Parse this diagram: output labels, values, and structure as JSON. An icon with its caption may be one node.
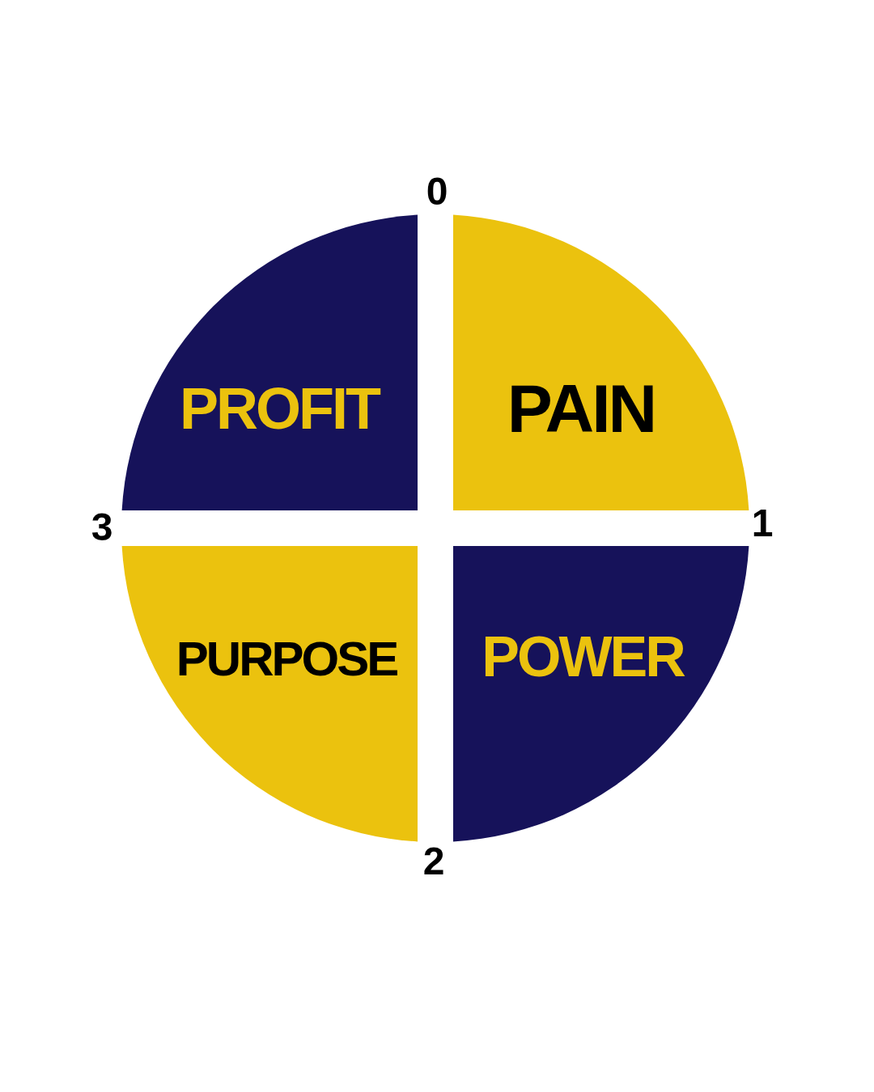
{
  "diagram": {
    "nodes": [
      {
        "text": [
          "PROFIT"
        ]
      },
      {
        "text": [
          "PAIN"
        ]
      },
      {
        "text": [
          "PURPOSE"
        ]
      },
      {
        "text": [
          "POWER"
        ]
      }
    ],
    "labels": [
      "0",
      "1",
      "2",
      "3"
    ]
  }
}
